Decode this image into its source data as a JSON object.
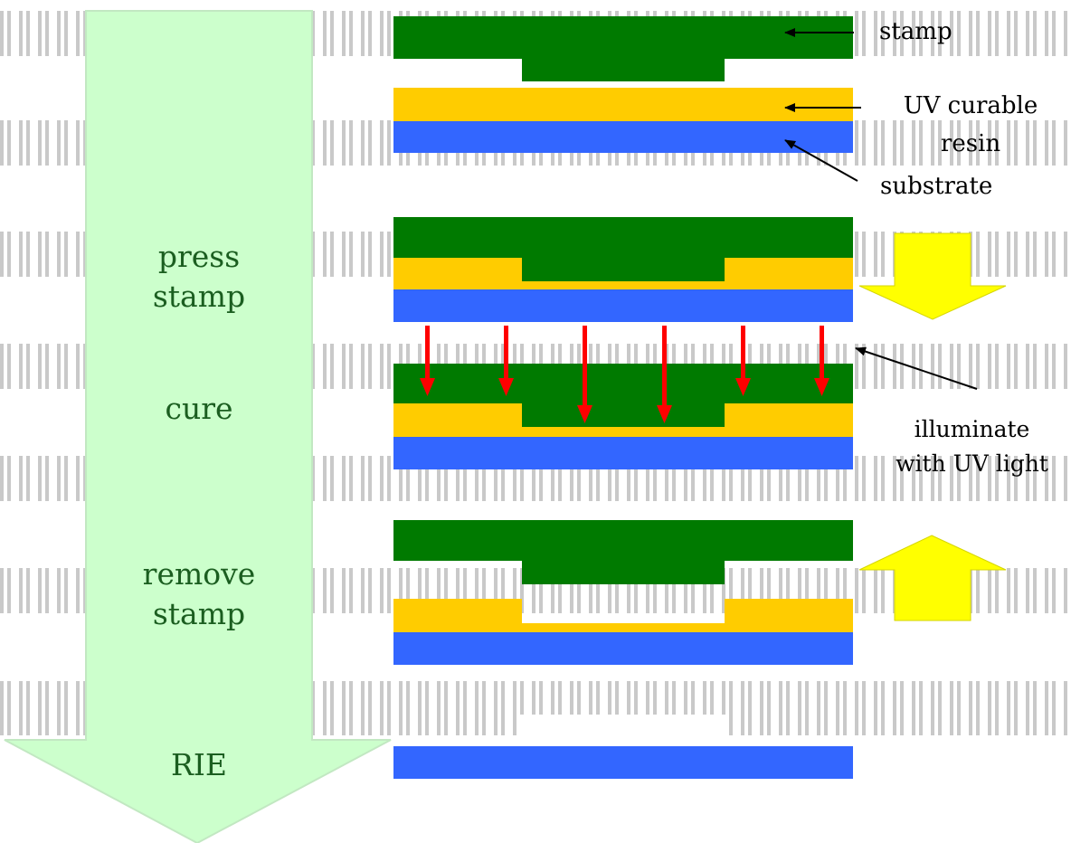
{
  "steps": {
    "press": [
      "press",
      "stamp"
    ],
    "cure": "cure",
    "remove": [
      "remove",
      "stamp"
    ],
    "rie": "RIE"
  },
  "labels": {
    "stamp": "stamp",
    "resin": [
      "UV curable",
      "resin"
    ],
    "substrate": "substrate",
    "illuminate": [
      "illuminate",
      "with UV light"
    ]
  },
  "colors": {
    "stamp": "#007a00",
    "resin": "#ffcc00",
    "substrate": "#3366ff",
    "process_arrow": "#ccffcc",
    "uv_arrow": "#ff0000",
    "motion_arrow": "#ffff00"
  }
}
